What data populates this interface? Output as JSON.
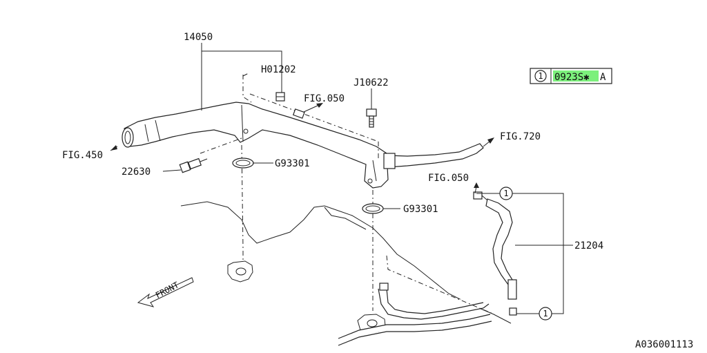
{
  "labels": {
    "p14050": "14050",
    "pH01202": "H01202",
    "pJ10622": "J10622",
    "fig050a": "FIG.050",
    "fig450": "FIG.450",
    "fig720": "FIG.720",
    "fig050b": "FIG.050",
    "p22630": "22630",
    "pG93301a": "G93301",
    "pG93301b": "G93301",
    "p21204": "21204",
    "front": "FRONT",
    "diagram_id": "A036001113"
  },
  "callout": {
    "ref": "1",
    "code": "0923S",
    "suffix": "A",
    "highlight_color": "#7CF07C"
  },
  "ref_marker": "1"
}
